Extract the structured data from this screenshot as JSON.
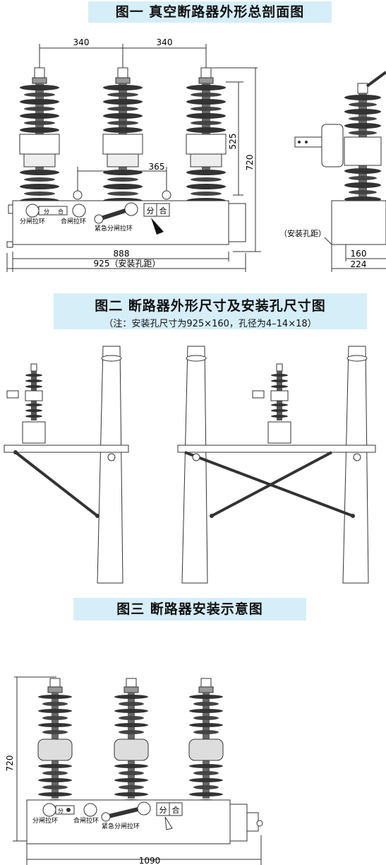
{
  "fig1": {
    "title": "图一  真空断路器外形总剖面图",
    "dim_340_left": "340",
    "dim_340_right": "340",
    "dim_525": "525",
    "dim_720": "720",
    "dim_365": "365",
    "dim_888": "888",
    "dim_925": "925（安装孔距）",
    "label_open_ring": "分闸拉环",
    "label_close_ring": "合闸拉环",
    "label_emergency_ring": "紧急分闸拉环",
    "label_fen": "分",
    "label_he": "合",
    "side_mount_hole": "（安装孔距）",
    "dim_160": "160",
    "dim_224": "224"
  },
  "fig2": {
    "title": "图二  断路器外形尺寸及安装孔尺寸图",
    "note": "（注：安装孔尺寸为925×160，孔径为4–14×18）"
  },
  "fig3": {
    "title": "图三  断路器安装示意图"
  },
  "fig4": {
    "dim_720": "720",
    "dim_1090": "1090",
    "label_open_ring": "分闸拉环",
    "label_close_ring": "合闸拉环",
    "label_emergency_ring": "紧急分闸拉环",
    "label_fen": "分",
    "label_he": "合"
  }
}
